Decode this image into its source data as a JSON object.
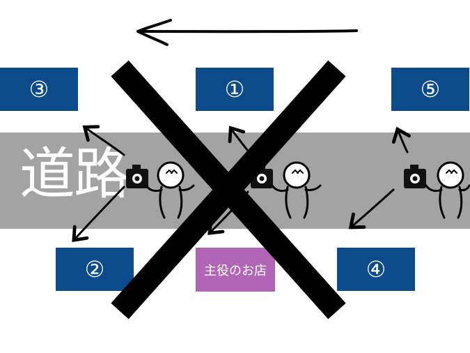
{
  "road": {
    "label": "道路",
    "color": "#a3a3a3"
  },
  "shops": [
    {
      "id": "shop-3",
      "label": "③"
    },
    {
      "id": "shop-1",
      "label": "①"
    },
    {
      "id": "shop-5",
      "label": "⑤"
    },
    {
      "id": "shop-2",
      "label": "②"
    },
    {
      "id": "shop-4",
      "label": "④"
    }
  ],
  "main_shop": {
    "label": "主役のお店",
    "color": "#b066b4"
  },
  "shop_color": "#0b4a8b",
  "people": [
    {
      "face": "^ ^"
    },
    {
      "face": "^ ^"
    },
    {
      "face": "^ ^"
    }
  ],
  "icons": [
    "camera-icon",
    "stick-figure-icon",
    "arrow-left-icon",
    "cross-mark-icon"
  ]
}
